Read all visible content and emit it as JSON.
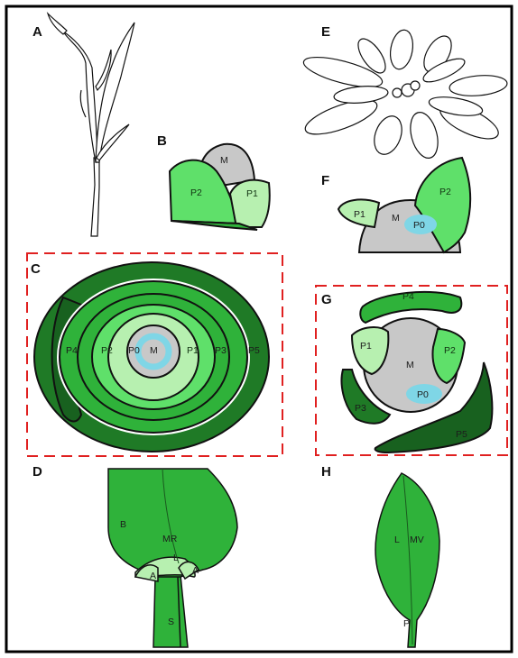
{
  "panels": {
    "A": {
      "letter": "A"
    },
    "B": {
      "letter": "B",
      "labels": [
        "M",
        "P2",
        "P1"
      ]
    },
    "C": {
      "letter": "C",
      "labels": [
        "P4",
        "P2",
        "P0",
        "M",
        "P1",
        "P3",
        "P5"
      ]
    },
    "D": {
      "letter": "D",
      "labels": [
        "B",
        "MR",
        "L",
        "A",
        "A",
        "S"
      ]
    },
    "E": {
      "letter": "E"
    },
    "F": {
      "letter": "F",
      "labels": [
        "P1",
        "M",
        "P0",
        "P2"
      ]
    },
    "G": {
      "letter": "G",
      "labels": [
        "P4",
        "P1",
        "M",
        "P2",
        "P3",
        "P0",
        "P5"
      ]
    },
    "H": {
      "letter": "H",
      "labels": [
        "L",
        "MV",
        "P"
      ]
    }
  },
  "colors": {
    "frame": "#000000",
    "dashed_box": "#e02020",
    "meristem": "#c8c8c8",
    "p0_ring": "#7fd6e6",
    "light_green": "#b7f0b0",
    "mid_green": "#5fe06a",
    "green": "#2fb23a",
    "dark_green": "#1f7a26",
    "darkest_green": "#18611f"
  }
}
